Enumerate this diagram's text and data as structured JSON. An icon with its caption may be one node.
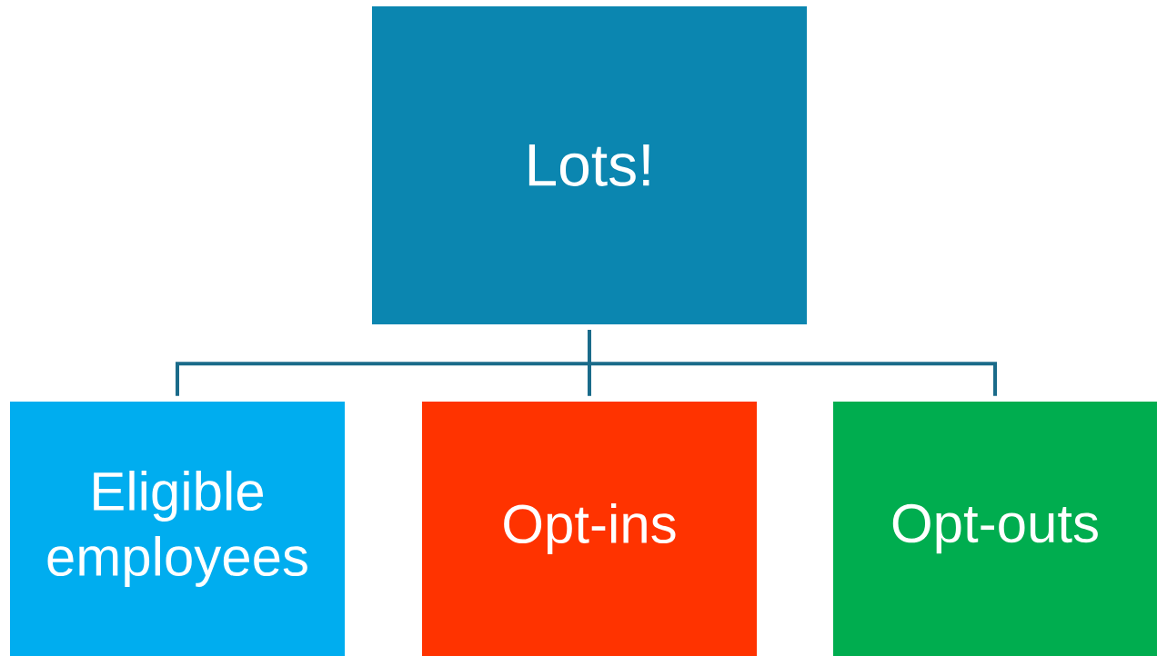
{
  "diagram": {
    "nodes": [
      {
        "text": [
          "Lots!"
        ]
      },
      {
        "text": [
          "Eligible employees"
        ]
      },
      {
        "text": [
          "Opt-ins"
        ]
      },
      {
        "text": [
          "Opt-outs"
        ]
      }
    ],
    "edges": [
      {
        "from": 0,
        "to": 1,
        "arrow": "none"
      },
      {
        "from": 0,
        "to": 2,
        "arrow": "none"
      },
      {
        "from": 0,
        "to": 3,
        "arrow": "none"
      }
    ]
  }
}
